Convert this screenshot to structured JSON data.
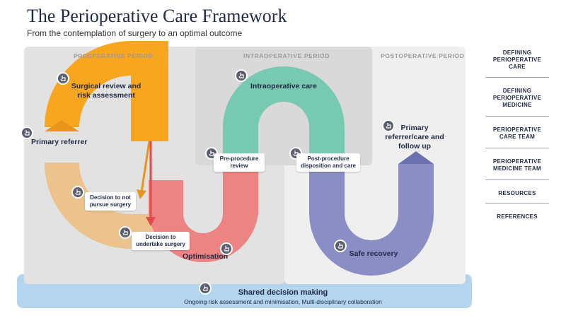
{
  "header": {
    "title": "The Perioperative Care Framework",
    "subtitle": "From the contemplation of surgery to an optimal outcome"
  },
  "periods": {
    "preoperative": "PREOPERATIVE PERIOD",
    "intraoperative": "INTRAOPERATIVE PERIOD",
    "postoperative": "POSTOPERATIVE PERIOD"
  },
  "nodes": {
    "surgical_review": "Surgical review and risk assessment",
    "primary_referrer": "Primary referrer",
    "intraoperative_care": "Intraoperative care",
    "primary_followup": "Primary referrer/care and follow up",
    "optimisation": "Optimisation",
    "safe_recovery": "Safe recovery"
  },
  "tags": {
    "decision_not": "Decision to not pursue surgery",
    "decision_undertake": "Decision to undertake surgery",
    "pre_procedure": "Pre-procedure review",
    "post_procedure": "Post-procedure disposition and care"
  },
  "nav": [
    "DEFINING PERIOPERATIVE CARE",
    "DEFINING PERIOPERATIVE MEDICINE",
    "PERIOPERATIVE CARE TEAM",
    "PERIOPERATIVE MEDICINE TEAM",
    "RESOURCES",
    "REFERENCES"
  ],
  "band": {
    "title": "Shared decision making",
    "subtitle": "Ongoing risk assessment and minimisation, Multi-disciplinary collaboration"
  },
  "colors": {
    "surgical_review": "#f9a61f",
    "primary_referrer_arc": "#edc38d",
    "optimisation": "#ec8484",
    "intraoperative": "#78c9b1",
    "recovery": "#8a8ec4",
    "shared_band": "#b5d4ee",
    "arrow_orange": "#e8951c",
    "arrow_red": "#e04a4a"
  },
  "icons": {
    "hand": "hand-pointer-icon",
    "arrow_up": "arrow-up-icon",
    "arrow_down": "arrow-down-icon"
  }
}
